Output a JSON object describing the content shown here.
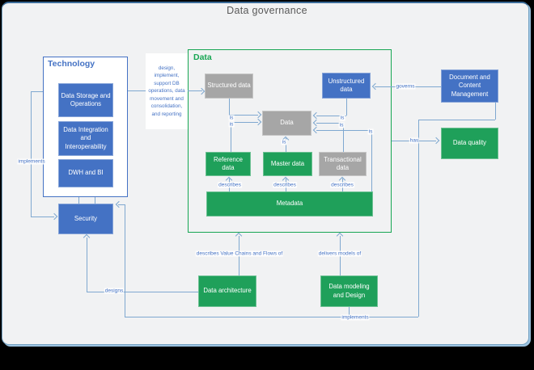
{
  "title": "Data governance",
  "colors": {
    "box_blue": "#4472c4",
    "box_gray": "#a6a6a6",
    "box_green": "#1fa05a",
    "container_green_border": "#17a653",
    "container_blue_border": "#4472c4",
    "connector_line": "#7fa8d0",
    "connector_label_text": "#4472c4",
    "title_text": "#595959",
    "frame_background": "#f1f2f3"
  },
  "containers": {
    "technology": {
      "label": "Technology"
    },
    "data": {
      "label": "Data"
    }
  },
  "nodes": {
    "data_storage": {
      "label": "Data Storage and Operations",
      "color": "blue"
    },
    "data_integration": {
      "label": "Data Integration and Interoperability",
      "color": "blue"
    },
    "dwh_bi": {
      "label": "DWH and BI",
      "color": "blue"
    },
    "security": {
      "label": "Security",
      "color": "blue"
    },
    "structured": {
      "label": "Structured data",
      "color": "gray"
    },
    "unstructured": {
      "label": "Unstructured data",
      "color": "blue"
    },
    "data_core": {
      "label": "Data",
      "color": "gray"
    },
    "reference": {
      "label": "Reference data",
      "color": "green"
    },
    "master": {
      "label": "Master data",
      "color": "green"
    },
    "transactional": {
      "label": "Transactional data",
      "color": "gray"
    },
    "metadata": {
      "label": "Metadata",
      "color": "green"
    },
    "dcm": {
      "label": "Document and Content Management",
      "color": "blue"
    },
    "data_quality": {
      "label": "Data quality",
      "color": "green"
    },
    "data_architecture": {
      "label": "Data architecture",
      "color": "green"
    },
    "data_modeling": {
      "label": "Data modeling and Design",
      "color": "green"
    }
  },
  "edges": {
    "design_support": {
      "from": "Technology",
      "to": "Structured data",
      "label": "design, implement, support DB operations, data movement and consolidation, and reporting"
    },
    "implements_left": {
      "from": "Technology",
      "to": "Security",
      "label": "implements"
    },
    "is_structured": {
      "from": "Structured data",
      "to": "Data",
      "label": "is"
    },
    "is_reference": {
      "from": "Reference data",
      "to": "Data",
      "label": "is"
    },
    "is_unstructured": {
      "from": "Unstructured data",
      "to": "Data",
      "label": "is"
    },
    "is_transactional": {
      "from": "Transactional data",
      "to": "Data",
      "label": "is"
    },
    "is_master": {
      "from": "Master data",
      "to": "Data",
      "label": "is"
    },
    "is_metadata": {
      "from": "Metadata",
      "to": "Data",
      "label": "is"
    },
    "describes_reference": {
      "from": "Metadata",
      "to": "Reference data",
      "label": "describes"
    },
    "describes_master": {
      "from": "Metadata",
      "to": "Master data",
      "label": "describes"
    },
    "describes_transactional": {
      "from": "Metadata",
      "to": "Transactional data",
      "label": "describes"
    },
    "governs": {
      "from": "Document and Content Management",
      "to": "Unstructured data",
      "label": "governs"
    },
    "has": {
      "from": "Data",
      "to": "Data quality",
      "label": "has"
    },
    "describes_value_chains": {
      "from": "Data architecture",
      "to": "Data",
      "label": "describes Value Chains and Flows of"
    },
    "delivers_models": {
      "from": "Data modeling and Design",
      "to": "Data",
      "label": "delivers models of"
    },
    "designs": {
      "from": "Data architecture",
      "to": "Security",
      "label": "designs"
    },
    "implements_bottom": {
      "from": "Data modeling and Design",
      "to": "Security",
      "label": "implements"
    }
  }
}
